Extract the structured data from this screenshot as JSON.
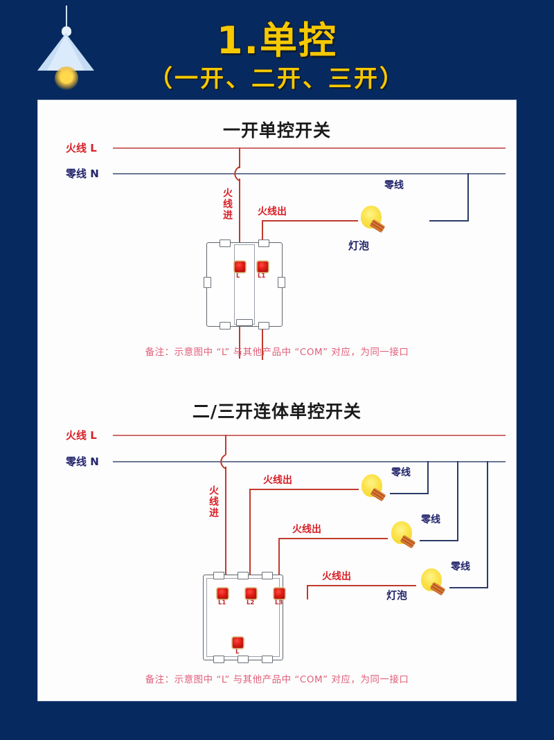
{
  "header": {
    "title_main": "1.单控",
    "title_sub": "（一开、二开、三开）",
    "lamp_icon": "pendant-lamp-icon",
    "bg_color": "#062a5f",
    "title_color": "#f6c800"
  },
  "section1": {
    "title": "一开单控开关",
    "labels": {
      "live_line": "火线 L",
      "neutral_line": "零线 N",
      "live_in": "火线进",
      "live_out": "火线出",
      "neutral": "零线",
      "bulb": "灯泡"
    },
    "switch": {
      "terminals": [
        "L",
        "L1"
      ]
    },
    "note": "备注：示意图中 “L” 与其他产品中 “COM” 对应，为同一接口"
  },
  "section2": {
    "title": "二/三开连体单控开关",
    "labels": {
      "live_line": "火线 L",
      "neutral_line": "零线 N",
      "live_in": "火线进",
      "live_out_1": "火线出",
      "live_out_2": "火线出",
      "live_out_3": "火线出",
      "neutral_1": "零线",
      "neutral_2": "零线",
      "neutral_3": "零线",
      "bulb": "灯泡"
    },
    "switch": {
      "terminals_top": [
        "L1",
        "L2",
        "L3"
      ],
      "terminal_bottom": "L"
    },
    "note": "备注：示意图中 “L” 与其他产品中 “COM” 对应，为同一接口"
  },
  "colors": {
    "live_wire": "#c0392b",
    "neutral_wire": "#2b3a67",
    "label_red": "#d81f26",
    "label_navy": "#22246b",
    "note_red": "#e0607a"
  }
}
